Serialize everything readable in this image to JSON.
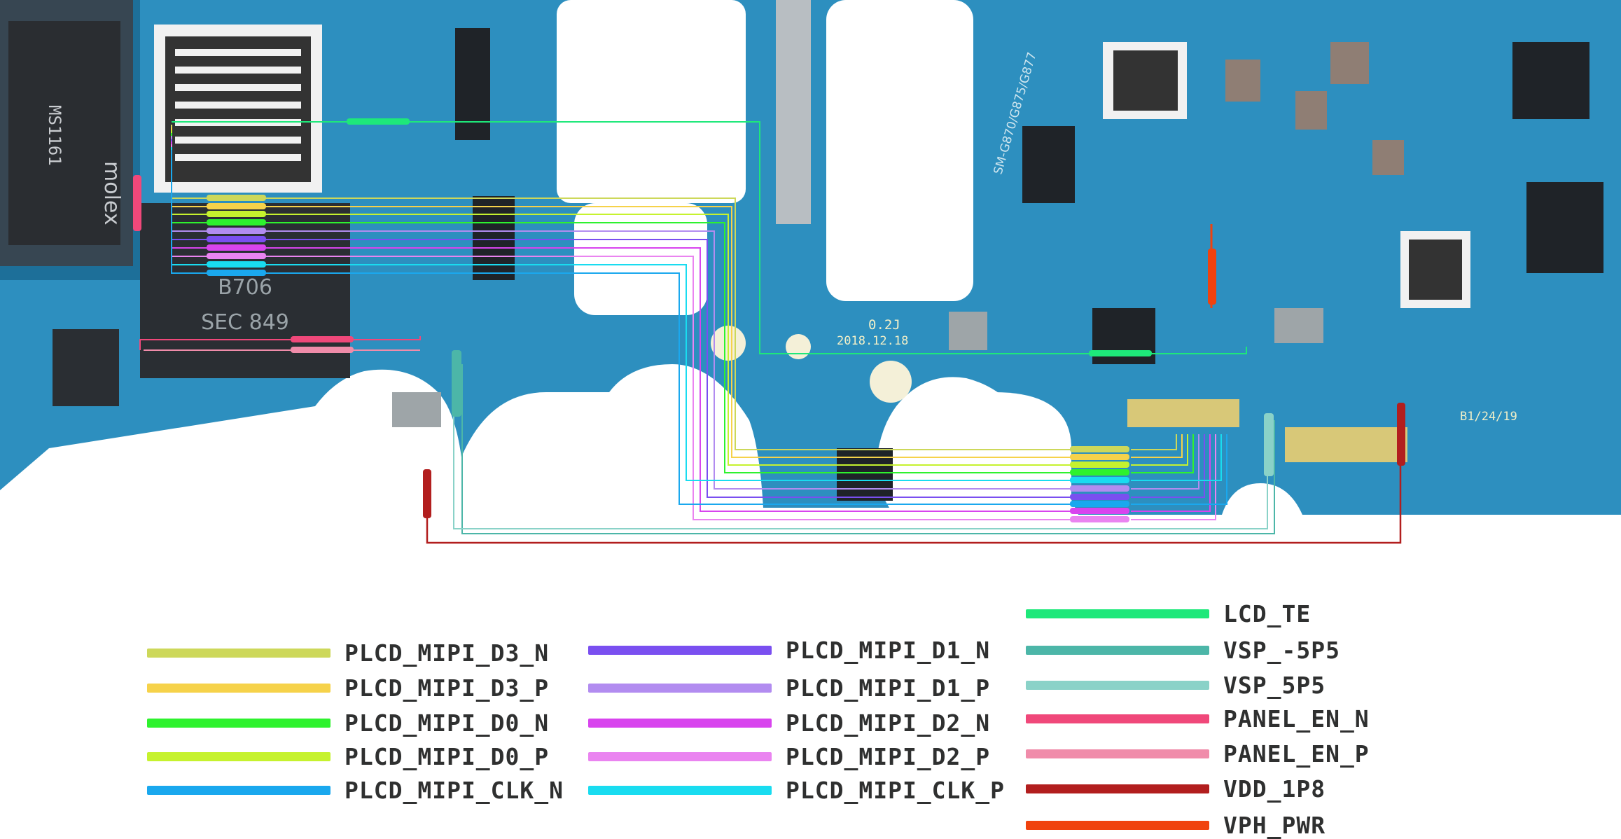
{
  "board": {
    "markings": [
      "SM-G870/G875/G877",
      "0.2J",
      "2018.12.18",
      "B1/24/19",
      "molex",
      "SEC 849",
      "B706",
      "MS1161"
    ],
    "colors": {
      "pcb": "#2d8fbf",
      "pcb_dark": "#1d6f99",
      "cutout": "#ffffff"
    }
  },
  "signals": [
    {
      "id": "d3n",
      "label": "PLCD_MIPI_D3_N",
      "color": "#cdd85a"
    },
    {
      "id": "d3p",
      "label": "PLCD_MIPI_D3_P",
      "color": "#f6d24a"
    },
    {
      "id": "d0n",
      "label": "PLCD_MIPI_D0_N",
      "color": "#2ef22e"
    },
    {
      "id": "d0p",
      "label": "PLCD_MIPI_D0_P",
      "color": "#c6f22e"
    },
    {
      "id": "clkn",
      "label": "PLCD_MIPI_CLK_N",
      "color": "#1aa8ee"
    },
    {
      "id": "d1n",
      "label": "PLCD_MIPI_D1_N",
      "color": "#7a4ff0"
    },
    {
      "id": "d1p",
      "label": "PLCD_MIPI_D1_P",
      "color": "#b28cf0"
    },
    {
      "id": "d2n",
      "label": "PLCD_MIPI_D2_N",
      "color": "#d844ee"
    },
    {
      "id": "d2p",
      "label": "PLCD_MIPI_D2_P",
      "color": "#ea84f0"
    },
    {
      "id": "clkp",
      "label": "PLCD_MIPI_CLK_P",
      "color": "#19dcf0"
    },
    {
      "id": "lcdte",
      "label": "LCD_TE",
      "color": "#1ee87a"
    },
    {
      "id": "vspn",
      "label": "VSP_-5P5",
      "color": "#4cb6a8"
    },
    {
      "id": "vspp",
      "label": "VSP_5P5",
      "color": "#8ad2c8"
    },
    {
      "id": "panen",
      "label": "PANEL_EN_N",
      "color": "#f0487a"
    },
    {
      "id": "panep",
      "label": "PANEL_EN_P",
      "color": "#f08caa"
    },
    {
      "id": "vdd",
      "label": "VDD_1P8",
      "color": "#b21e1e"
    },
    {
      "id": "vph",
      "label": "VPH_PWR",
      "color": "#f0420e"
    }
  ]
}
